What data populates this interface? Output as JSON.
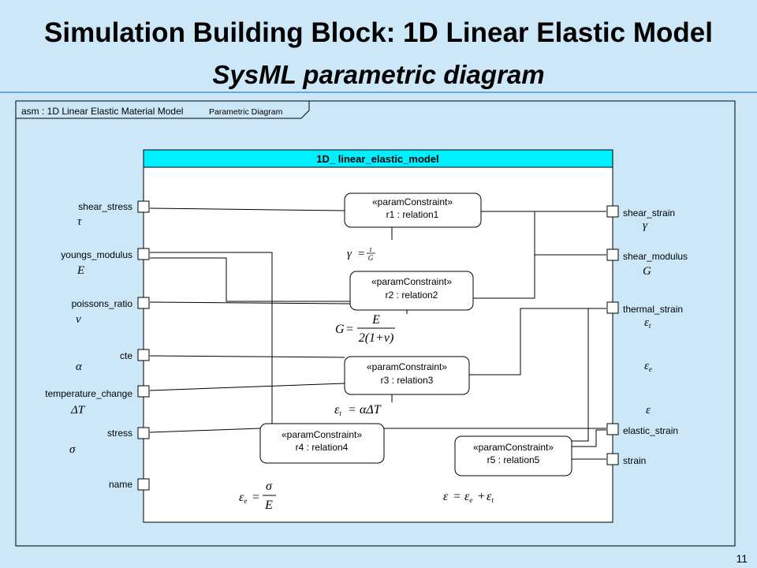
{
  "header": {
    "title": "Simulation Building Block: 1D Linear Elastic Model",
    "subtitle": "SysML parametric diagram"
  },
  "frame": {
    "label_main": "asm : 1D Linear Elastic Material Model",
    "label_kind": "Parametric Diagram"
  },
  "block": {
    "name": "1D_ linear_elastic_model"
  },
  "left_ports": [
    {
      "name": "shear_stress",
      "symbol": "τ"
    },
    {
      "name": "youngs_modulus",
      "symbol": "E"
    },
    {
      "name": "poissons_ratio",
      "symbol": "ν"
    },
    {
      "name": "cte",
      "symbol": "α"
    },
    {
      "name": "temperature_change",
      "symbol": "ΔT"
    },
    {
      "name": "stress",
      "symbol": "σ"
    },
    {
      "name": "name",
      "symbol": ""
    }
  ],
  "right_ports": [
    {
      "name": "shear_strain",
      "symbol": "γ"
    },
    {
      "name": "shear_modulus",
      "symbol": "G"
    },
    {
      "name": "thermal_strain",
      "symbol": "ε",
      "subscript": "t"
    },
    {
      "name": "elastic_strain",
      "symbol": "ε",
      "subscript": "e"
    },
    {
      "name": "strain",
      "symbol": "ε"
    }
  ],
  "constraints": [
    {
      "stereotype": "«paramConstraint»",
      "label": "r1 : relation1"
    },
    {
      "stereotype": "«paramConstraint»",
      "label": "r2 : relation2"
    },
    {
      "stereotype": "«paramConstraint»",
      "label": "r3 : relation3"
    },
    {
      "stereotype": "«paramConstraint»",
      "label": "r4 : relation4"
    },
    {
      "stereotype": "«paramConstraint»",
      "label": "r5 : relation5"
    }
  ],
  "equations": {
    "eq1": {
      "lhs": "γ",
      "eq": "=",
      "num": "τ",
      "den": "G"
    },
    "eq2": {
      "lhs": "G",
      "eq": "=",
      "num": "E",
      "den": "2(1+ν)"
    },
    "eq3": {
      "lhs": "ε",
      "lhs_sub": "t",
      "eq": "=",
      "rhs": "αΔT"
    },
    "eq4": {
      "lhs": "ε",
      "lhs_sub": "e",
      "eq": "=",
      "num": "σ",
      "den": "E"
    },
    "eq5": {
      "lhs": "ε",
      "eq": "=",
      "a": "ε",
      "a_sub": "e",
      "plus": "+",
      "b": "ε",
      "b_sub": "t"
    }
  },
  "footer": {
    "page_number": "11"
  },
  "colors": {
    "background": "#cce8f8",
    "block_header": "#00f0ff",
    "block_body": "#ffffff",
    "line": "#000000"
  }
}
